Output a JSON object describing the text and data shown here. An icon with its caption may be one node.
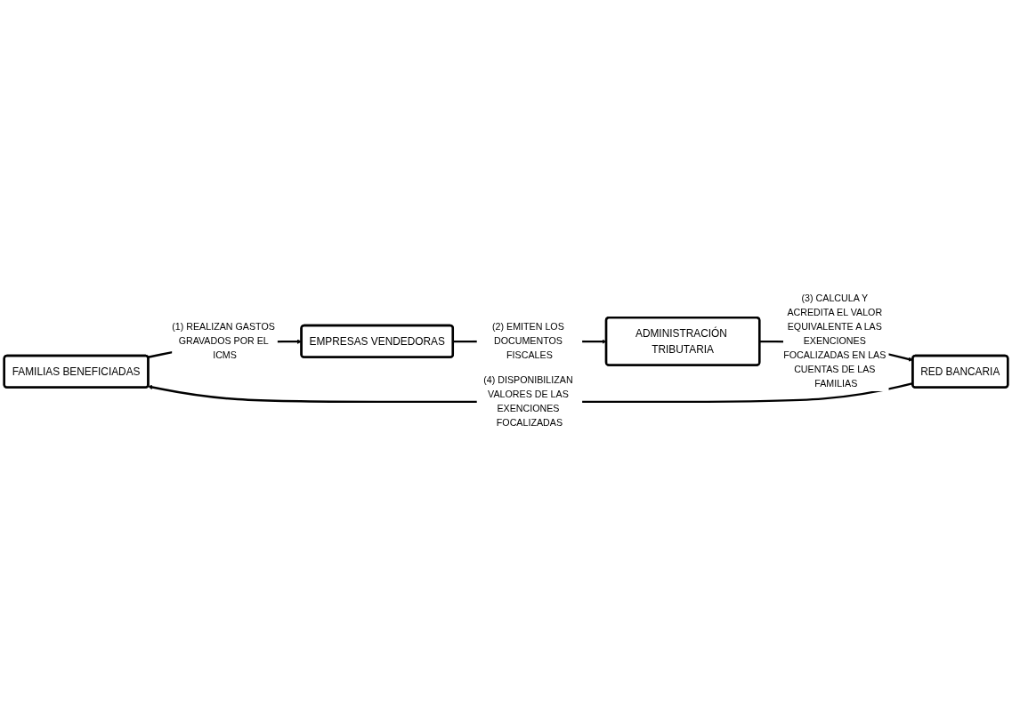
{
  "diagram": {
    "nodes": [
      {
        "text": [
          "FAMILIAS BENEFICIADAS"
        ]
      },
      {
        "text": [
          "EMPRESAS VENDEDORAS"
        ]
      },
      {
        "text": [
          "ADMINISTRACIÓN TRIBUTARIA"
        ]
      },
      {
        "text": [
          "RED BANCARIA"
        ]
      }
    ],
    "edges": [
      {
        "from": 0,
        "to": 1,
        "arrow": "to",
        "label": "(1) REALIZAN GASTOS GRAVADOS POR EL ICMS"
      },
      {
        "from": 1,
        "to": 2,
        "arrow": "to",
        "label": "(2) EMITEN LOS DOCUMENTOS FISCALES"
      },
      {
        "from": 2,
        "to": 3,
        "arrow": "to",
        "label": "(3) CALCULA Y ACREDITA EL VALOR EQUIVALENTE A LAS EXENCIONES FOCALIZADAS EN LAS CUENTAS DE LAS FAMILIAS"
      },
      {
        "from": 3,
        "to": 0,
        "arrow": "to",
        "label": "(4) DISPONIBILIZAN VALORES DE LAS EXENCIONES FOCALIZADAS"
      }
    ]
  }
}
